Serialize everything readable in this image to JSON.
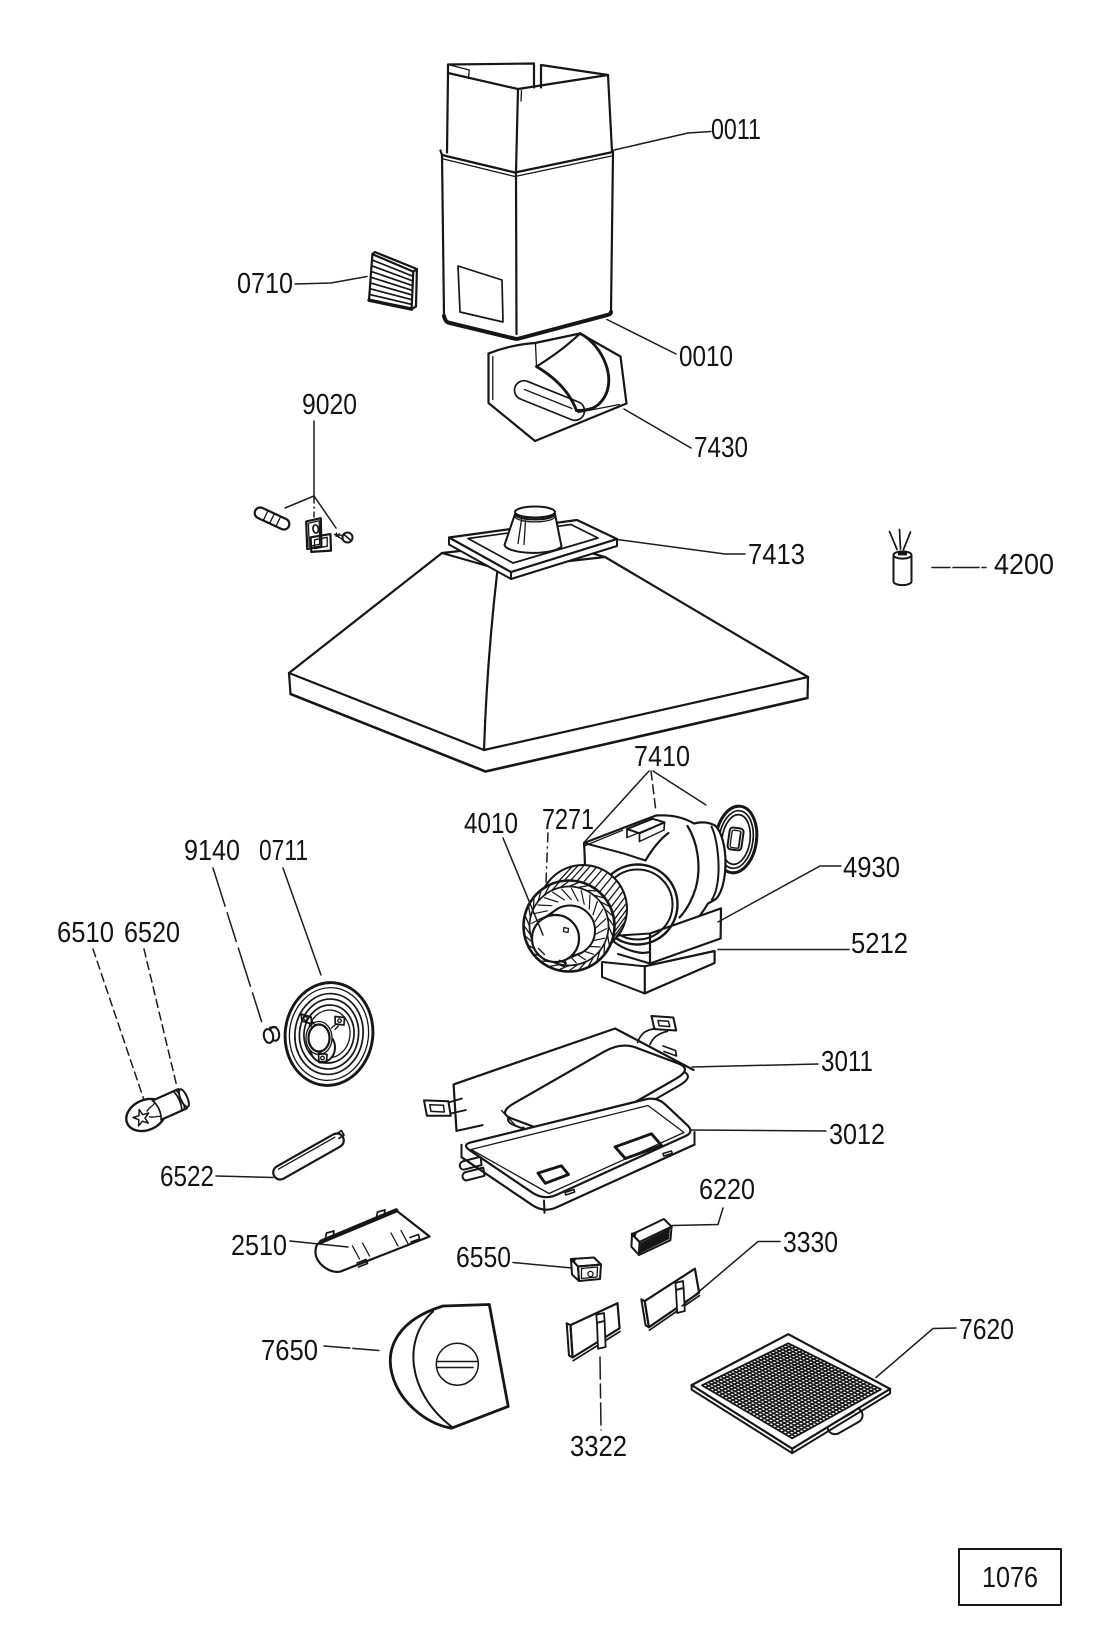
{
  "document": {
    "type": "exploded parts diagram",
    "page_number": "1076"
  },
  "colors": {
    "background": "#ffffff",
    "ink": "#161616"
  },
  "parts": {
    "p0011": {
      "label": "0011"
    },
    "p0710": {
      "label": "0710"
    },
    "p0010": {
      "label": "0010"
    },
    "p7430": {
      "label": "7430"
    },
    "p9020": {
      "label": "9020"
    },
    "p7413": {
      "label": "7413"
    },
    "p4200": {
      "label": "4200"
    },
    "p7410": {
      "label": "7410"
    },
    "p4010": {
      "label": "4010"
    },
    "p7271": {
      "label": "7271"
    },
    "p4930": {
      "label": "4930"
    },
    "p5212": {
      "label": "5212"
    },
    "p9140": {
      "label": "9140"
    },
    "p0711": {
      "label": "0711"
    },
    "p6510": {
      "label": "6510"
    },
    "p6520": {
      "label": "6520"
    },
    "p6522": {
      "label": "6522"
    },
    "p3011": {
      "label": "3011"
    },
    "p3012": {
      "label": "3012"
    },
    "p6220": {
      "label": "6220"
    },
    "p2510": {
      "label": "2510"
    },
    "p6550": {
      "label": "6550"
    },
    "p3330": {
      "label": "3330"
    },
    "p7650": {
      "label": "7650"
    },
    "p3322": {
      "label": "3322"
    },
    "p7620": {
      "label": "7620"
    }
  }
}
